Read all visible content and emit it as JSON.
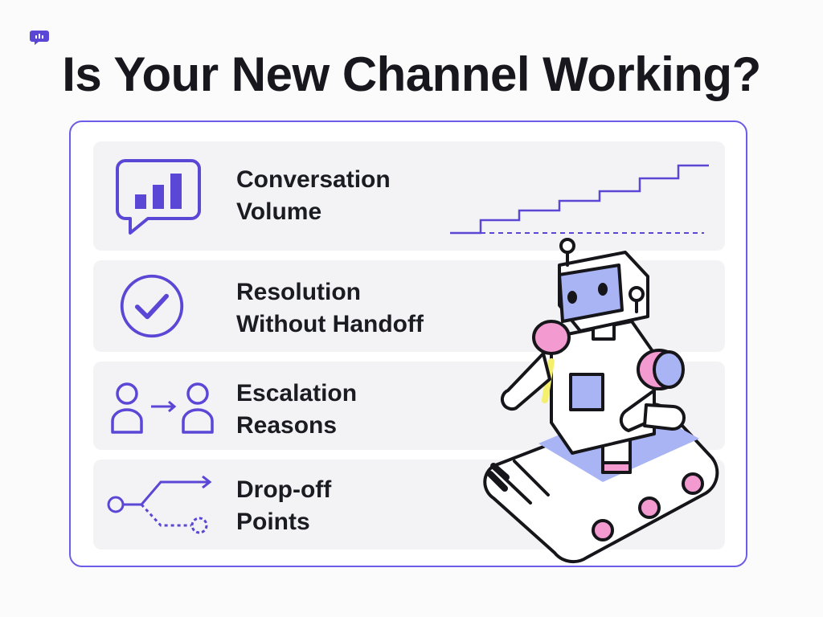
{
  "title": "Is Your New Channel Working?",
  "colors": {
    "accent": "#6c5ce7",
    "icon_stroke": "#5b47d6",
    "row_bg": "#f3f3f6",
    "robot_blue": "#a9b4f5",
    "robot_pink": "#f39bd0",
    "robot_yellow": "#f4f06c"
  },
  "rows": [
    {
      "line1": "Conversation",
      "line2": "Volume",
      "icon": "bar-chart-speech-bubble-icon"
    },
    {
      "line1": "Resolution",
      "line2": "Without Handoff",
      "icon": "checkmark-circle-icon"
    },
    {
      "line1": "Escalation",
      "line2": "Reasons",
      "icon": "person-arrow-person-icon"
    },
    {
      "line1": "Drop-off",
      "line2": "Points",
      "icon": "branching-path-icon"
    }
  ]
}
